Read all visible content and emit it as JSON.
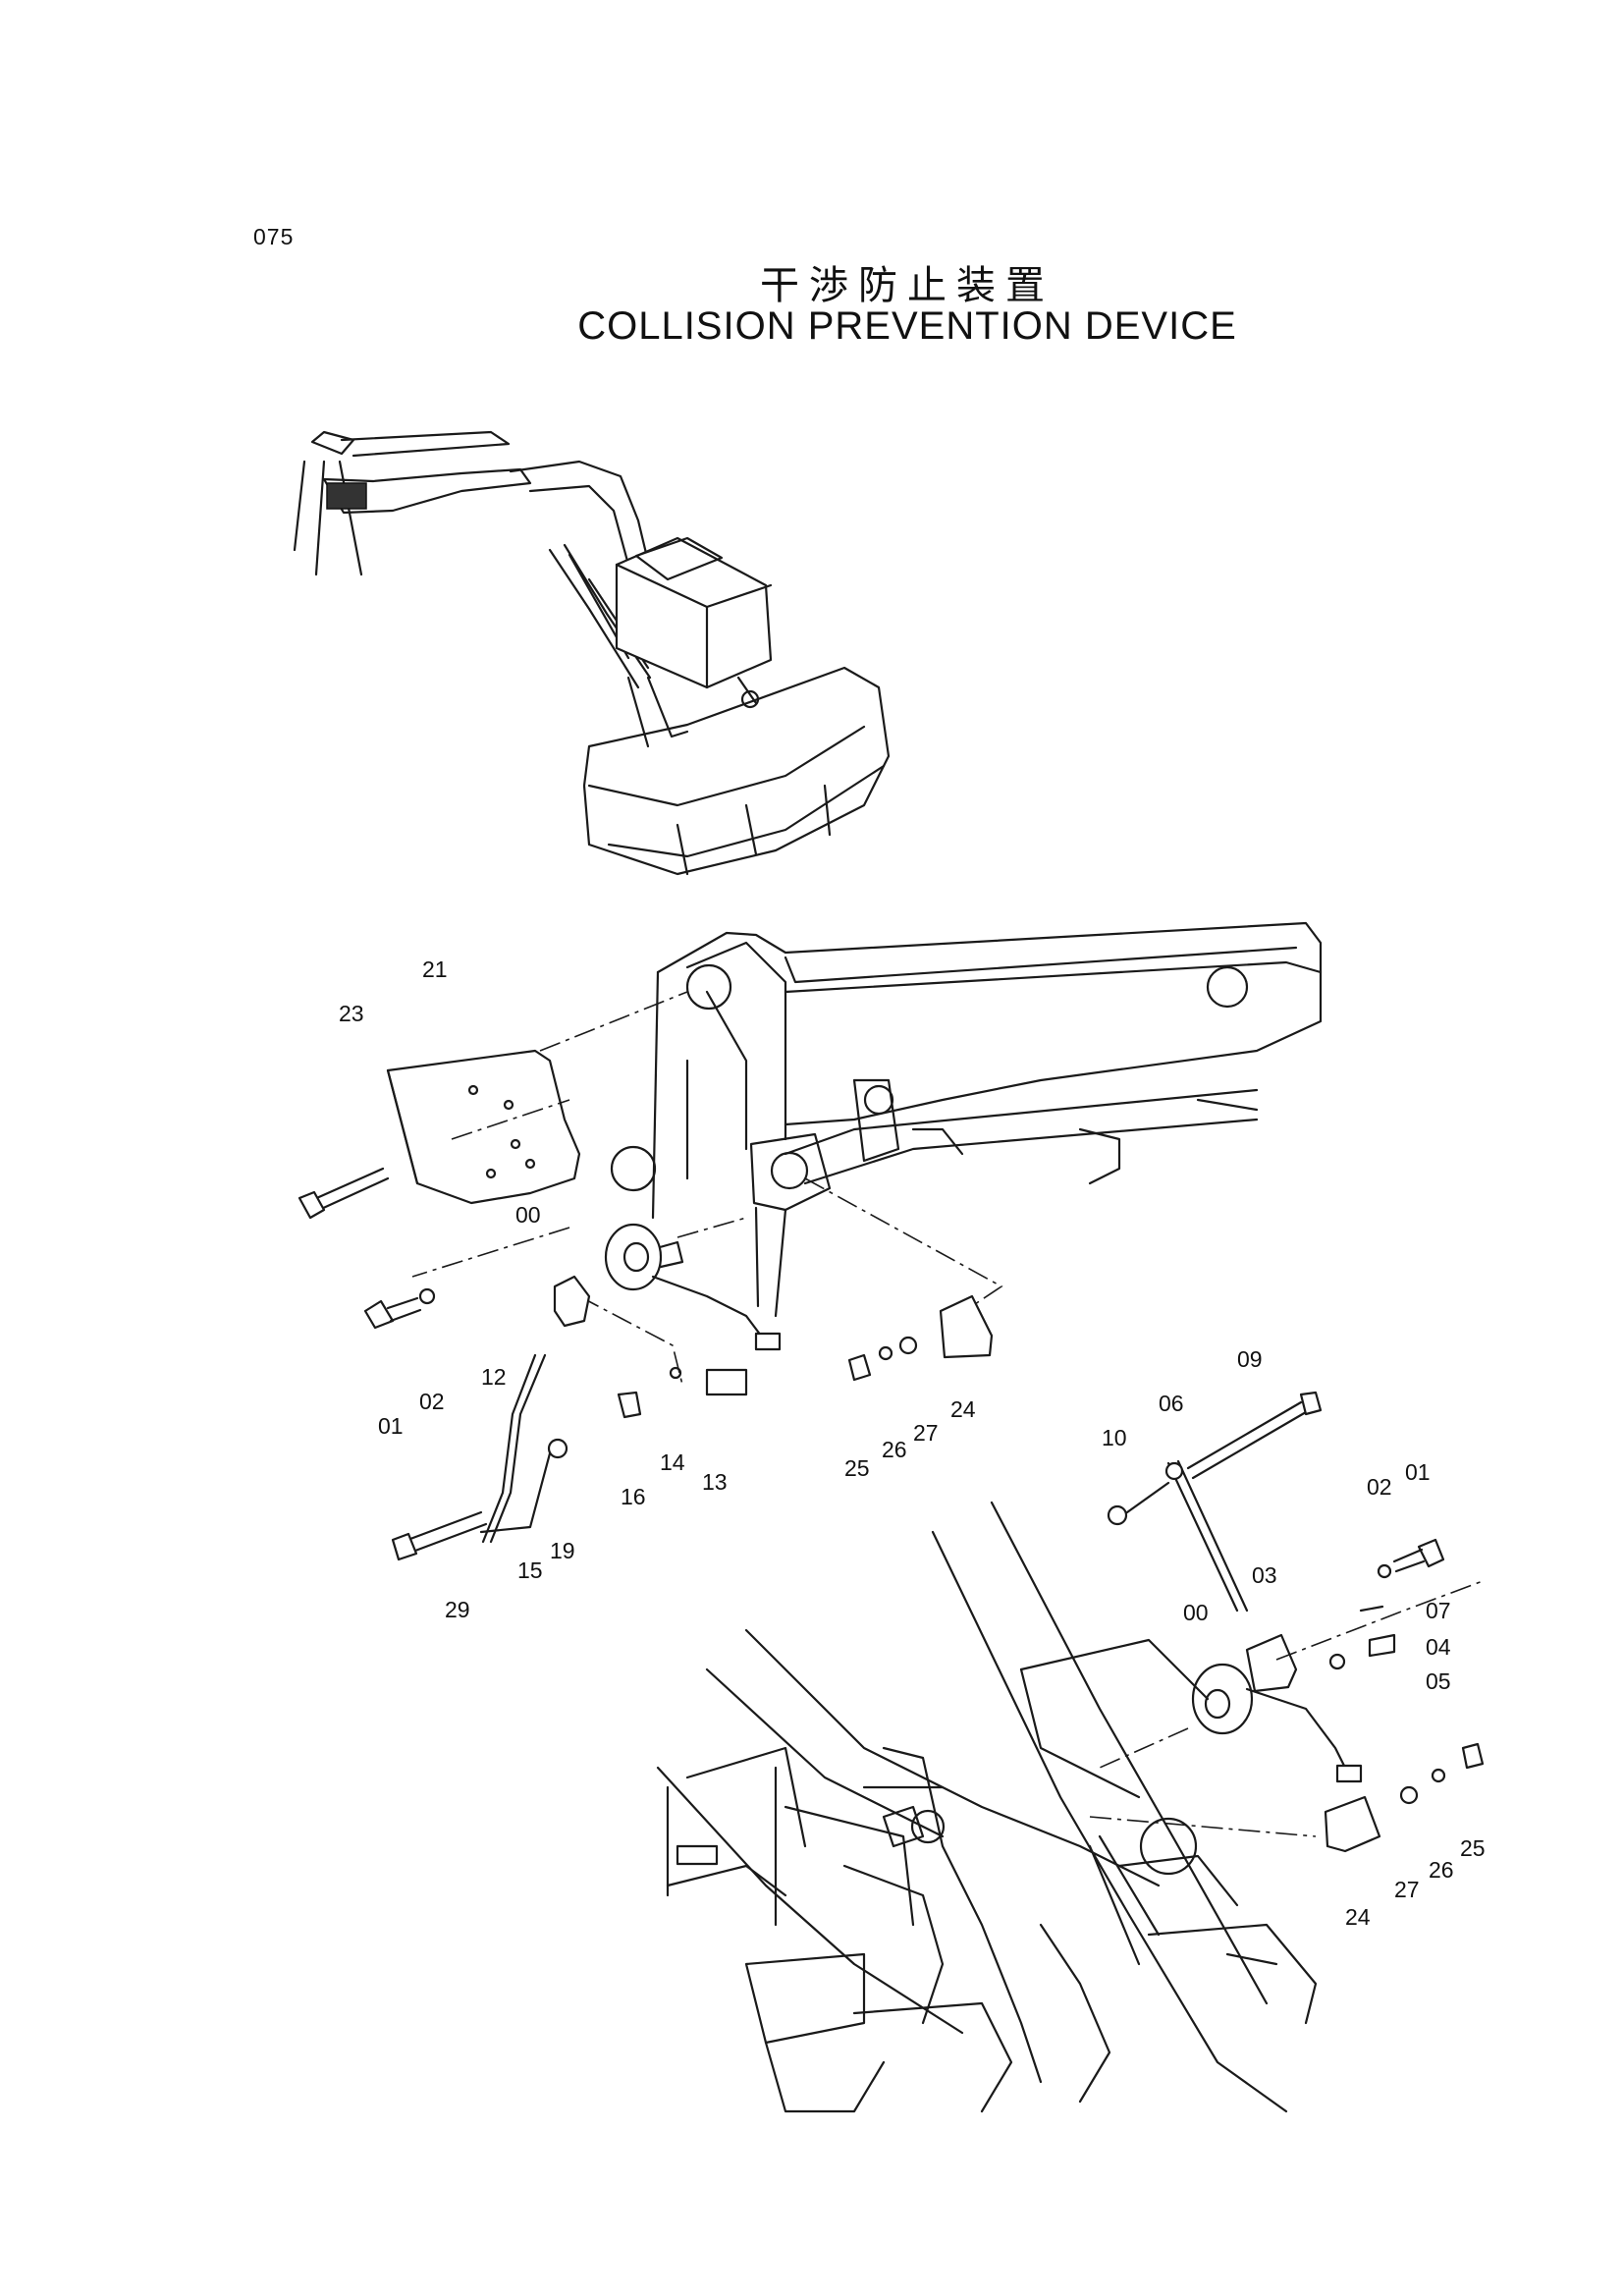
{
  "page": {
    "number": "075"
  },
  "title": {
    "japanese": "干渉防止装置",
    "english": "COLLISION PREVENTION DEVICE"
  },
  "part_labels": {
    "left_assembly": [
      "21",
      "23",
      "00",
      "01",
      "02",
      "12",
      "14",
      "16",
      "13",
      "15",
      "19",
      "29",
      "25",
      "26",
      "27",
      "24"
    ],
    "right_assembly": [
      "09",
      "06",
      "10",
      "02",
      "01",
      "03",
      "00",
      "07",
      "04",
      "05",
      "24",
      "27",
      "26",
      "25"
    ]
  }
}
